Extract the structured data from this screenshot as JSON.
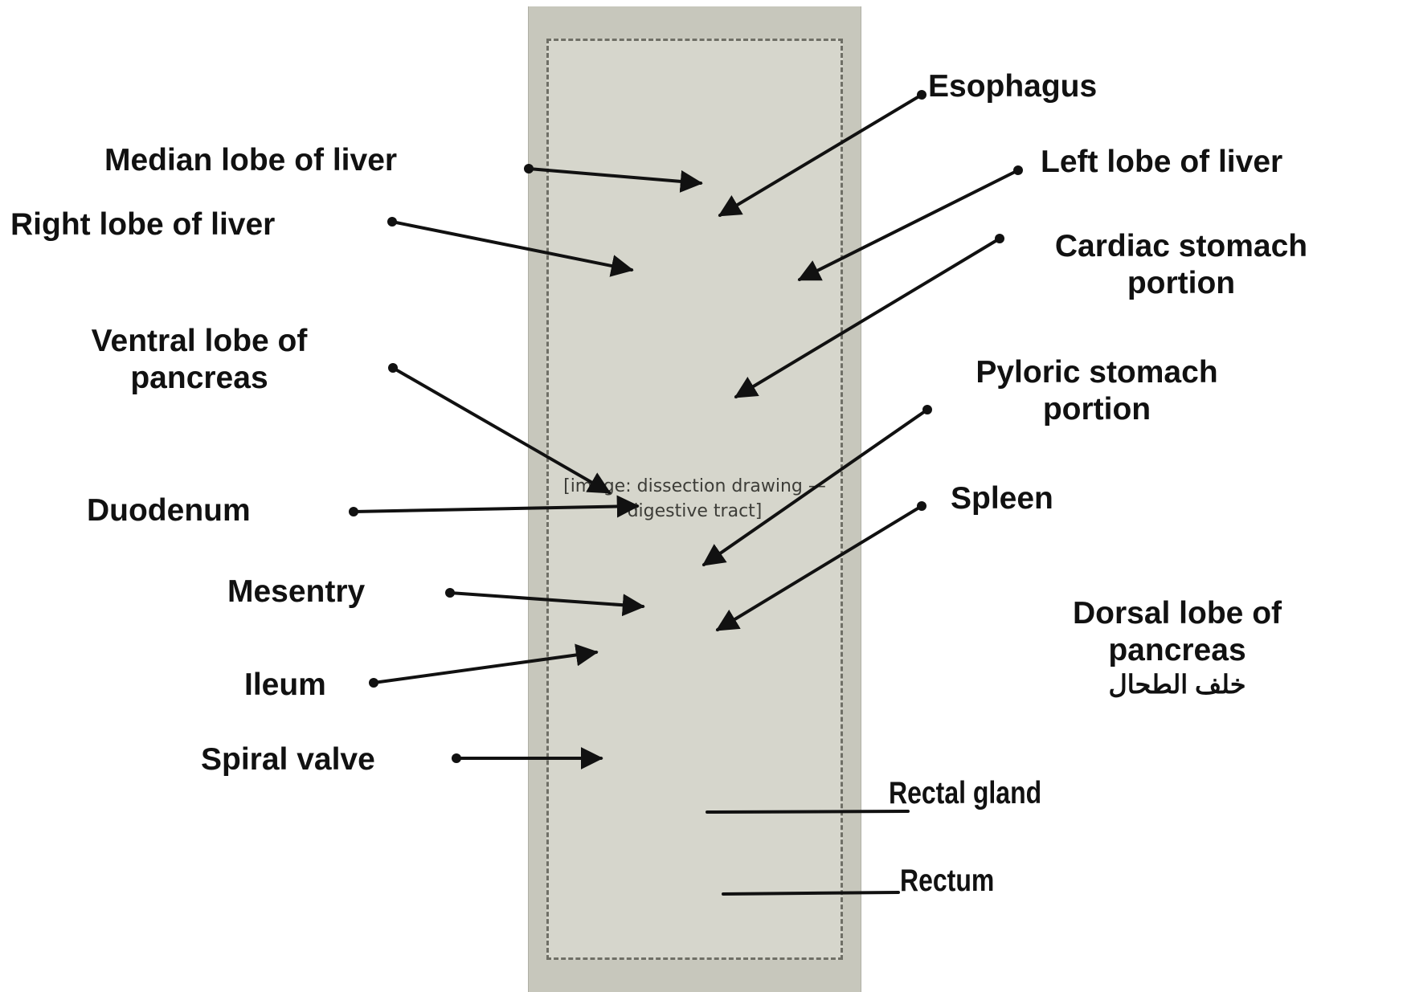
{
  "labels": {
    "esophagus": "Esophagus",
    "median_lobe_liver": "Median lobe of liver",
    "left_lobe_liver": "Left lobe of liver",
    "right_lobe_liver": "Right lobe of liver",
    "cardiac_stomach": {
      "line1": "Cardiac stomach",
      "line2": "portion"
    },
    "ventral_lobe_pancreas": {
      "line1": "Ventral lobe of",
      "line2": "pancreas"
    },
    "pyloric_stomach": {
      "line1": "Pyloric stomach",
      "line2": "portion"
    },
    "duodenum": "Duodenum",
    "spleen": "Spleen",
    "mesentry": "Mesentry",
    "dorsal_lobe_pancreas": {
      "line1": "Dorsal lobe of",
      "line2": "pancreas",
      "line3": "خلف الطحال"
    },
    "ileum": "Ileum",
    "spiral_valve": "Spiral valve",
    "rectal_gland": "Rectal gland",
    "rectum": "Rectum"
  },
  "colors": {
    "panel": "#c7c7bc",
    "leader": "#111111",
    "text": "#111111"
  }
}
